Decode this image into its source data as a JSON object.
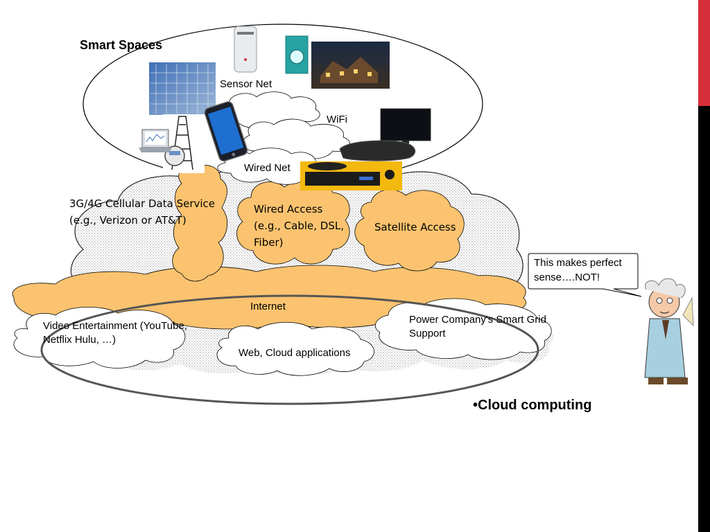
{
  "labels": {
    "smart_spaces": "Smart Spaces",
    "sensor_net": "Sensor Net",
    "wifi": "WiFi",
    "wired_net": "Wired Net",
    "cellular": "3G/4G Cellular Data Service (e.g., Verizon or AT&T)",
    "wired_access": "Wired Access (e.g., Cable, DSL, Fiber)",
    "satellite_access": "Satellite Access",
    "internet": "Internet",
    "video_entertainment": "Video Entertainment (YouTube, Netflix Hulu, …)",
    "power_company": "Power Company's Smart Grid Support",
    "web_cloud": "Web, Cloud applications",
    "cloud_computing": "•Cloud computing"
  },
  "speech_bubble": {
    "text": "This makes perfect sense….NOT!"
  },
  "colors": {
    "cloud_orange": "#fbc36f",
    "cloud_outline": "#000000",
    "sidebar_red": "#d6303a",
    "sidebar_black": "#000000",
    "ellipse_gray": "#555555"
  }
}
